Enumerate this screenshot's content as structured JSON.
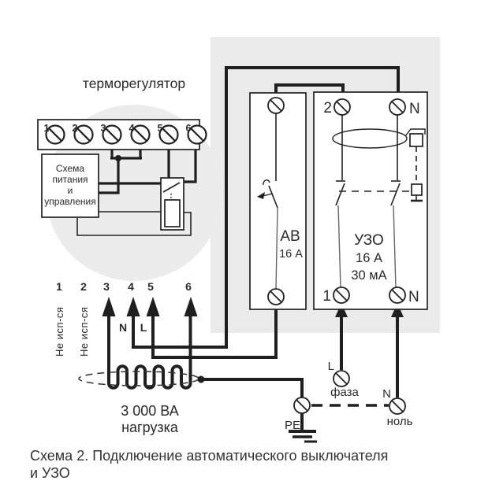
{
  "title": "терморегулятор",
  "thermostat": {
    "terminals": [
      "1",
      "2",
      "3",
      "4",
      "5",
      "6"
    ],
    "control_box": [
      "Схема",
      "питания",
      "и",
      "управления"
    ]
  },
  "breaker": {
    "name": "АВ",
    "rating": "16 А"
  },
  "rcd": {
    "name": "УЗО",
    "rating": "16 А",
    "trip_current": "30 мА",
    "terminal_2": "2",
    "terminal_n_top": "N",
    "terminal_1": "1",
    "terminal_n_bottom": "N"
  },
  "wires": {
    "numbers": [
      "1",
      "2",
      "3",
      "4",
      "5",
      "6"
    ],
    "not_used_1": "Не исп-ся",
    "not_used_2": "Не исп-ся",
    "neutral_letter": "N",
    "line_letter": "L"
  },
  "load": {
    "line1": "3 000 ВА",
    "line2": "нагрузка"
  },
  "supply": {
    "pe": "РЕ",
    "phase_letter": "L",
    "phase_label": "фаза",
    "neutral_letter": "N",
    "neutral_label": "ноль"
  },
  "caption": {
    "line1": "Схема 2. Подключение автоматического выключателя",
    "line2": "и УЗО"
  },
  "colors": {
    "panel_gray": "#ebebeb",
    "line_dark": "#1f1f1f"
  }
}
